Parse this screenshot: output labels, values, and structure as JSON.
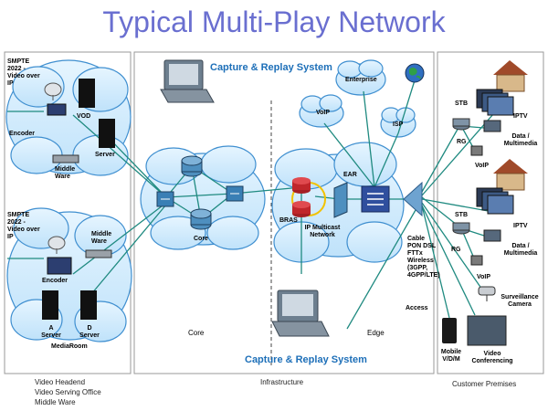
{
  "title": "Typical Multi-Play Network",
  "capture_top": "Capture & Replay System",
  "capture_bottom": "Capture & Replay System",
  "headend": {
    "smpte_top": "SMPTE 2022 - Video over IP",
    "encoder_top": "Encoder",
    "vod": "VOD",
    "server": "Server",
    "middleware_top": "Middle Ware",
    "smpte_bottom": "SMPTE 2022 - Video over IP",
    "middleware_bottom": "Middle Ware",
    "encoder_bottom": "Encoder",
    "a_server": "A Server",
    "d_server": "D Server",
    "mediaroom": "MediaRoom"
  },
  "core": {
    "cloud_label": "Core",
    "section_label": "Core"
  },
  "edge": {
    "voip": "VoIP",
    "enterprise": "Enterprise",
    "isp": "ISP",
    "ear": "EAR",
    "bras": "BRAS",
    "ip_multicast": "IP Multicast Network",
    "access_types": "Cable PON DSL FTTx Wireless (3GPP, 4GPP/LTE)",
    "access": "Access",
    "section_label": "Edge"
  },
  "premises": {
    "stb_1": "STB",
    "iptv_1": "IPTV",
    "rg_1": "RG",
    "data_1": "Data / Multimedia",
    "voip_1": "VoIP",
    "stb_2": "STB",
    "iptv_2": "IPTV",
    "rg_2": "RG",
    "data_2": "Data / Multimedia",
    "voip_2": "VoIP",
    "surveillance": "Surveillance Camera",
    "mobile": "Mobile V/D/M",
    "video_conf": "Video Conferencing"
  },
  "footer": {
    "left_1": "Video Headend",
    "left_2": "Video Serving Office",
    "left_3": "Middle Ware",
    "center": "Infrastructure",
    "right": "Customer Premises"
  },
  "colors": {
    "title": "#6a6fd0",
    "caption": "#1d6fb8",
    "cloud_fill": "#cfe9fb",
    "cloud_stroke": "#3f8fd0",
    "link": "#1f8a80",
    "router": "#3a7fb5",
    "bras": "#c0262b",
    "multicast_ring": "#f2c200"
  }
}
